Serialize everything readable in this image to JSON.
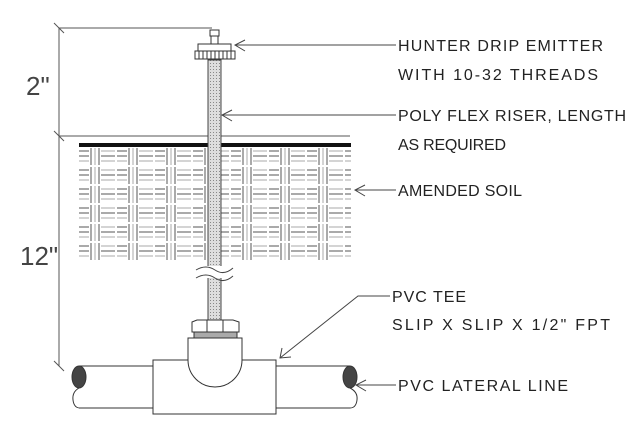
{
  "dimensions": {
    "top": "2\"",
    "bottom": "12\""
  },
  "labels": {
    "emitter_1": "HUNTER DRIP EMITTER",
    "emitter_2": "WITH 10-32 THREADS",
    "riser_1": "POLY FLEX RISER, LENGTH",
    "riser_2": "AS REQUIRED",
    "soil": "AMENDED SOIL",
    "tee_1": "PVC TEE",
    "tee_2": "SLIP X SLIP X 1/2\" FPT",
    "lateral": "PVC LATERAL LINE"
  }
}
